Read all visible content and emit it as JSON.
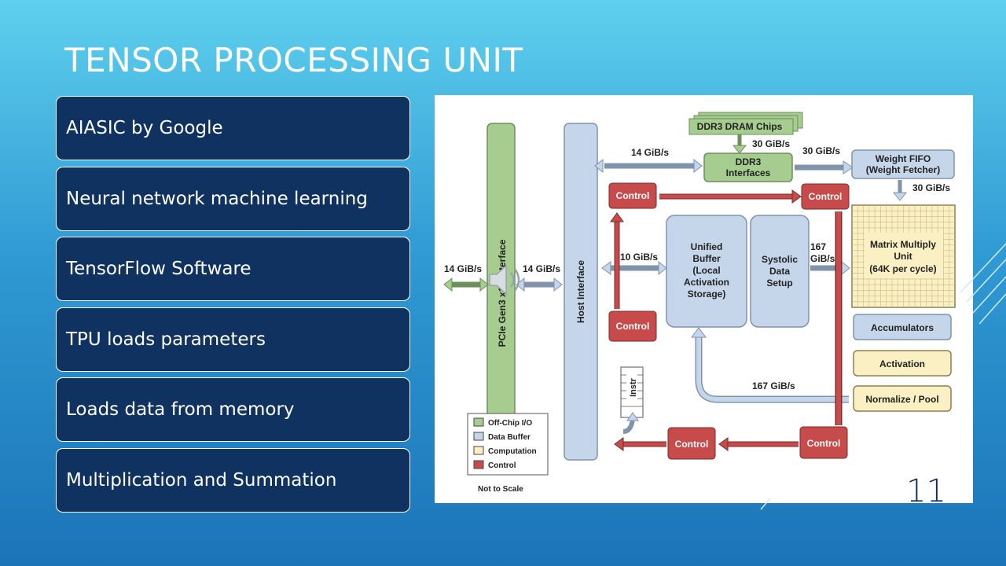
{
  "slide": {
    "title": "TENSOR PROCESSING UNIT",
    "number": "11"
  },
  "bullets": [
    {
      "label": "AIASIC by Google"
    },
    {
      "label": "Neural network machine learning"
    },
    {
      "label": "TensorFlow Software"
    },
    {
      "label": "TPU loads parameters"
    },
    {
      "label": "Loads data from memory"
    },
    {
      "label": "Multiplication and Summation"
    }
  ],
  "diagram": {
    "pcie": "PCIe Gen3 x16 Interface",
    "host": "Host Interface",
    "ddr3_chips": "DDR3 DRAM Chips",
    "ddr3_if_1": "DDR3",
    "ddr3_if_2": "Interfaces",
    "weight_fifo_1": "Weight FIFO",
    "weight_fifo_2": "(Weight Fetcher)",
    "control": "Control",
    "unified_1": "Unified",
    "unified_2": "Buffer",
    "unified_3": "(Local",
    "unified_4": "Activation",
    "unified_5": "Storage)",
    "systolic_1": "Systolic",
    "systolic_2": "Data",
    "systolic_3": "Setup",
    "mmu_1": "Matrix Multiply",
    "mmu_2": "Unit",
    "mmu_3": "(64K per cycle)",
    "accumulators": "Accumulators",
    "activation": "Activation",
    "normalize": "Normalize / Pool",
    "instr": "Instr",
    "bw_14a": "14 GiB/s",
    "bw_14b": "14 GiB/s",
    "bw_14c": "14 GiB/s",
    "bw_30a": "30 GiB/s",
    "bw_30b": "30 GiB/s",
    "bw_30c": "30 GiB/s",
    "bw_10": "10 GiB/s",
    "bw_167a_1": "167",
    "bw_167a_2": "GiB/s",
    "bw_167b": "167 GiB/s",
    "legend": [
      {
        "label": "Off-Chip I/O",
        "color": "#a6cd8f"
      },
      {
        "label": "Data Buffer",
        "color": "#c6d6ea"
      },
      {
        "label": "Computation",
        "color": "#fbf0c4"
      },
      {
        "label": "Control",
        "color": "#c84b4b"
      }
    ],
    "note": "Not to Scale"
  },
  "colors": {
    "bullet_fill": "#0f3260",
    "offchip": "#a6cd8f",
    "buffer": "#c6d6ea",
    "compute": "#fbf0c4",
    "control": "#c84b4b"
  }
}
